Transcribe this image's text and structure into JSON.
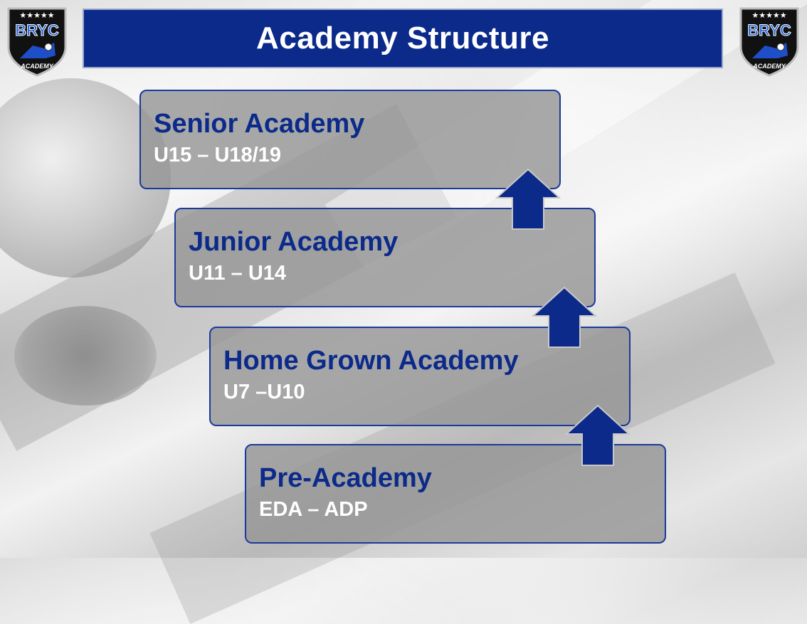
{
  "title": "Academy Structure",
  "logo": {
    "text": "BRYC",
    "subtext": "ACADEMY",
    "stars": "★★★★★",
    "icon": "bryc-academy-shield-logo"
  },
  "stages": [
    {
      "name": "Senior Academy",
      "range": "U15 – U18/19"
    },
    {
      "name": "Junior Academy",
      "range": "U11 – U14"
    },
    {
      "name": "Home Grown Academy",
      "range": "U7 –U10"
    },
    {
      "name": "Pre-Academy",
      "range": "EDA – ADP"
    }
  ],
  "colors": {
    "accent": "#0b2a8a",
    "box_fill": "#969696",
    "range_text": "#ffffff"
  },
  "icons": {
    "progression_arrow": "up-arrow-icon"
  }
}
